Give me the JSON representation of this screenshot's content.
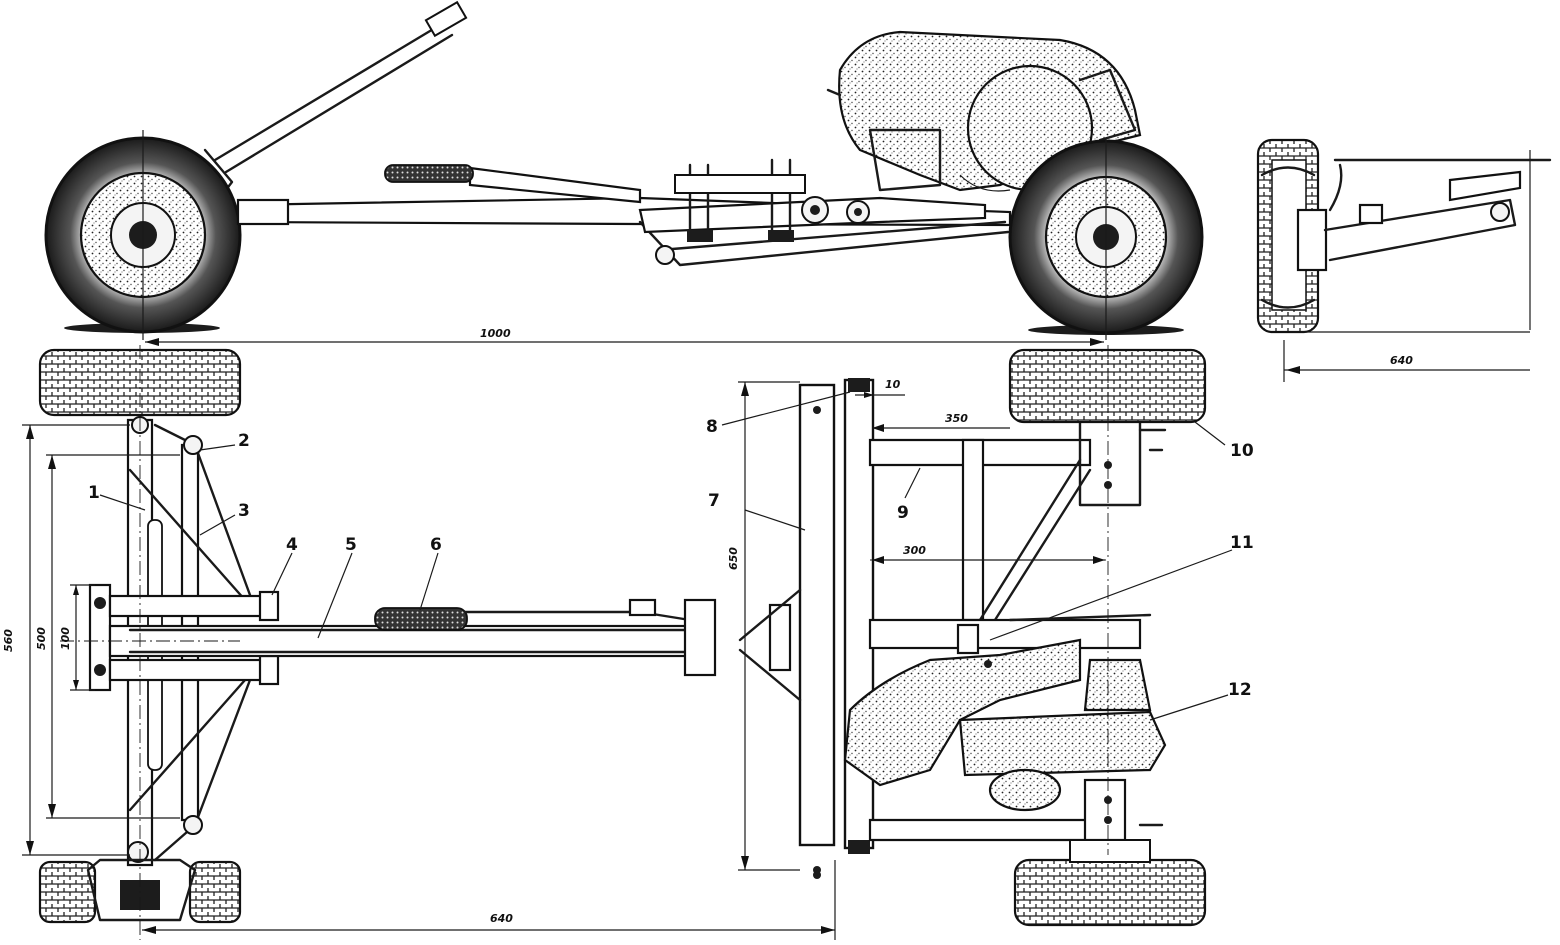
{
  "drawing": {
    "part_labels": [
      "1",
      "2",
      "3",
      "4",
      "5",
      "6",
      "7",
      "8",
      "9",
      "10",
      "11",
      "12"
    ],
    "dimensions": {
      "wheelbase": "1000",
      "side_track": "640",
      "bottom_length": "640",
      "front_track_outer": "560",
      "front_track_inner": "500",
      "hitch_spacing": "100",
      "rear_frame_width": "650",
      "rear_strut_offset": "350",
      "rear_mid_offset": "300",
      "bar_gap": "10"
    }
  }
}
